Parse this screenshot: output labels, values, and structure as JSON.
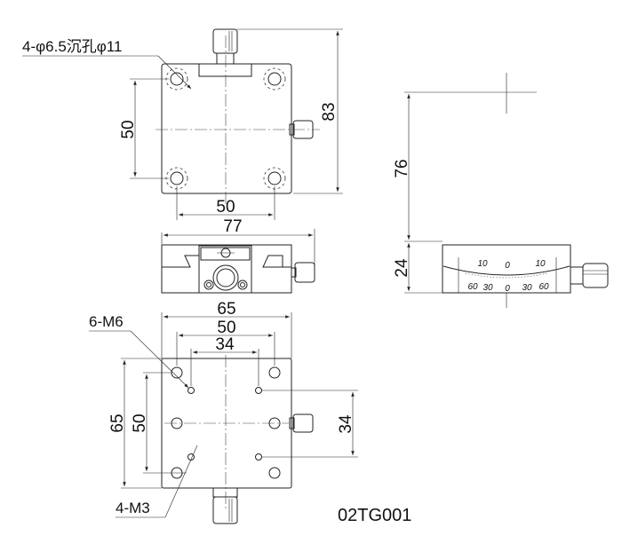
{
  "top_view": {
    "hole_label": "4-φ6.5沉孔φ11",
    "dim_height": "83",
    "dim_hole_vertical": "50",
    "dim_hole_horizontal": "50"
  },
  "front_view": {
    "dim_width": "77"
  },
  "side_view": {
    "dim_travel_height": "76",
    "dim_body_height": "24",
    "scale_top": [
      "10",
      "0",
      "10"
    ],
    "scale_bottom": [
      "60",
      "30",
      "0",
      "30",
      "60"
    ]
  },
  "bottom_view": {
    "dim_width": "65",
    "dim_m6_horizontal": "50",
    "dim_m3_horizontal": "34",
    "dim_height": "65",
    "dim_m6_vertical": "50",
    "dim_m3_vertical": "34",
    "m6_label": "6-M6",
    "m3_label": "4-M3"
  },
  "model_number": "02TG001"
}
